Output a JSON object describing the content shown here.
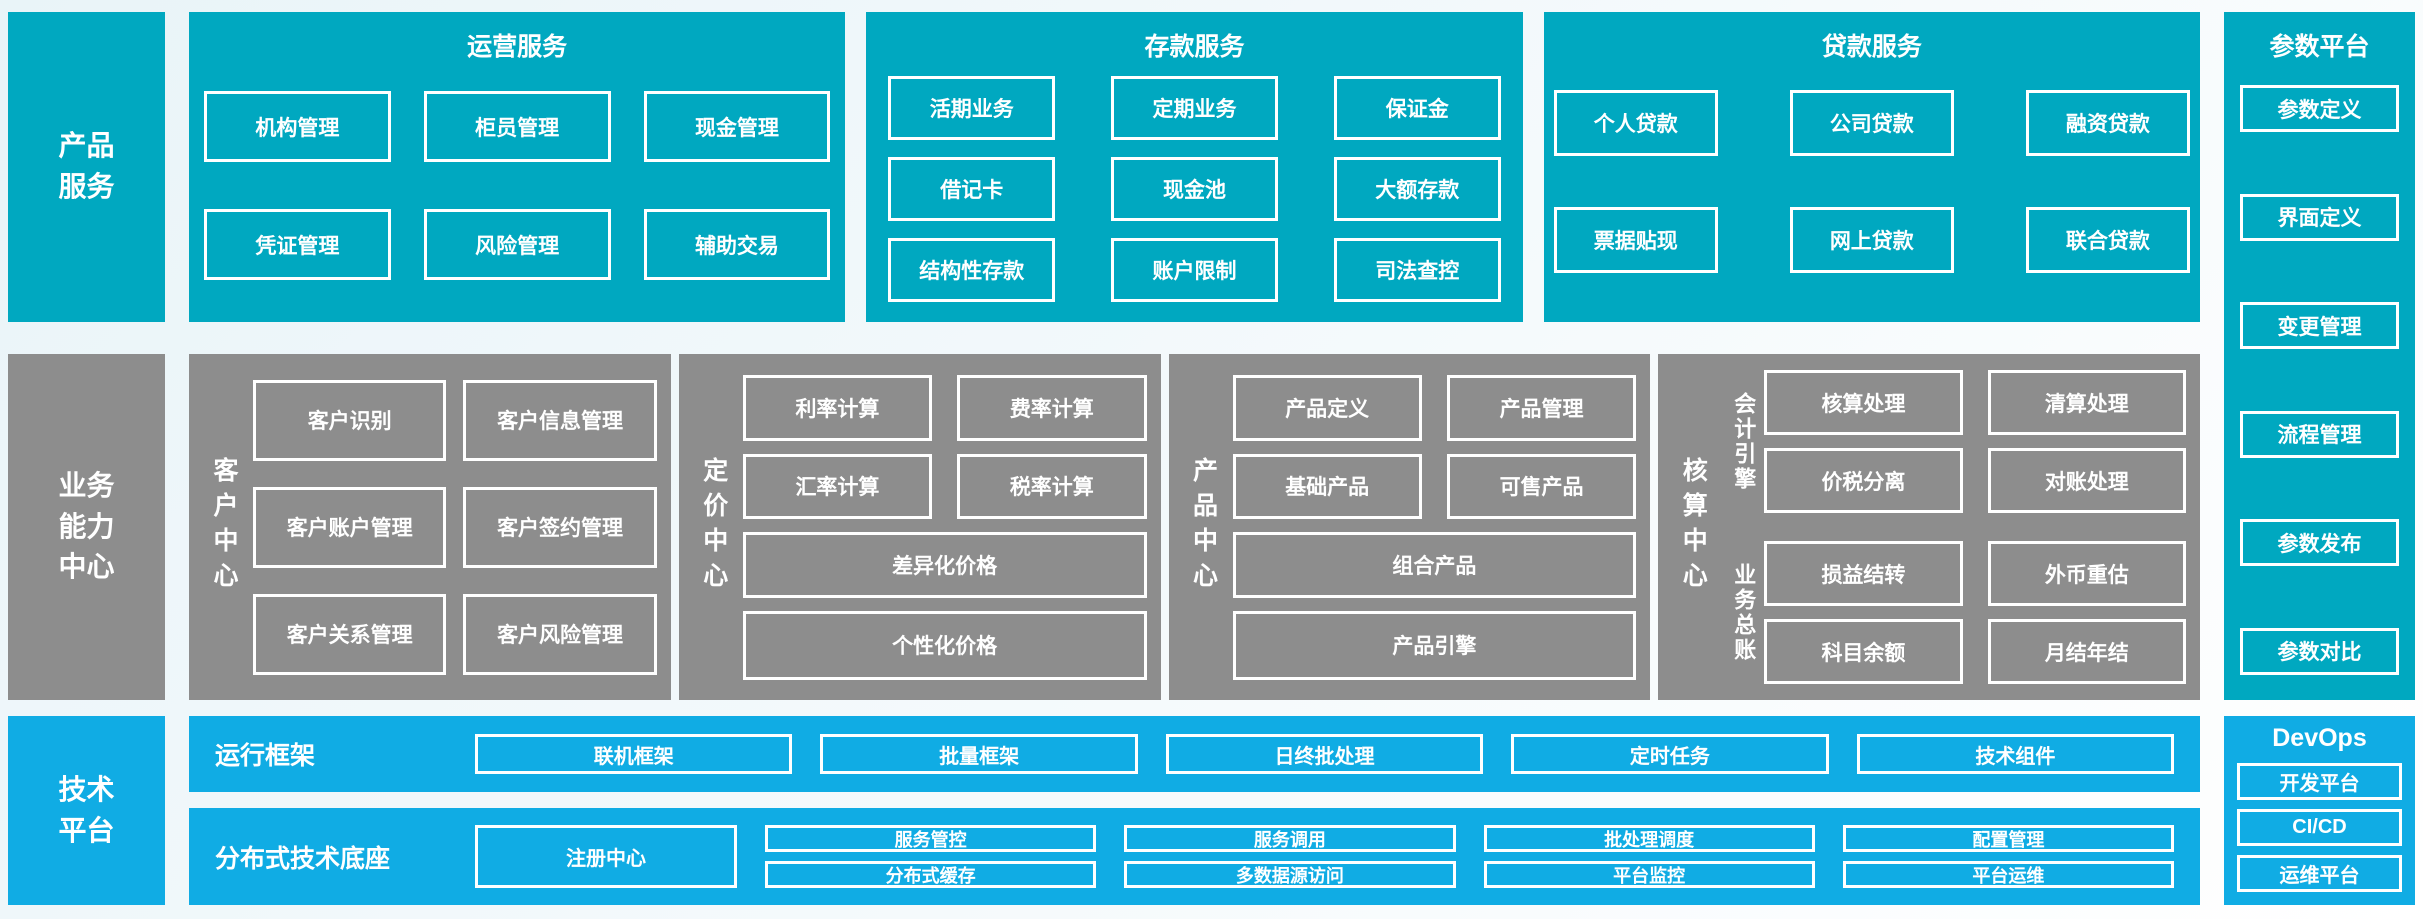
{
  "colors": {
    "teal": "#00a8c0",
    "gray": "#8d8d8d",
    "blue": "#10ace4",
    "box_border": "#ffffff",
    "text": "#ffffff"
  },
  "sidebar": {
    "product": "产品\n服务",
    "business": "业务\n能力\n中心",
    "tech": "技术\n平台"
  },
  "ops": {
    "title": "运营服务",
    "rows": [
      [
        "机构管理",
        "柜员管理",
        "现金管理"
      ],
      [
        "凭证管理",
        "风险管理",
        "辅助交易"
      ]
    ]
  },
  "dep": {
    "title": "存款服务",
    "rows": [
      [
        "活期业务",
        "定期业务",
        "保证金"
      ],
      [
        "借记卡",
        "现金池",
        "大额存款"
      ],
      [
        "结构性存款",
        "账户限制",
        "司法查控"
      ]
    ]
  },
  "loan": {
    "title": "贷款服务",
    "rows": [
      [
        "个人贷款",
        "公司贷款",
        "融资贷款"
      ],
      [
        "票据贴现",
        "网上贷款",
        "联合贷款"
      ]
    ]
  },
  "param": {
    "title": "参数平台",
    "items": [
      "参数定义",
      "界面定义",
      "变更管理",
      "流程管理",
      "参数发布",
      "参数对比"
    ]
  },
  "customer": {
    "label": "客户中心",
    "rows": [
      [
        "客户识别",
        "客户信息管理"
      ],
      [
        "客户账户管理",
        "客户签约管理"
      ],
      [
        "客户关系管理",
        "客户风险管理"
      ]
    ]
  },
  "pricing": {
    "label": "定价中心",
    "pairs": [
      [
        "利率计算",
        "费率计算"
      ],
      [
        "汇率计算",
        "税率计算"
      ]
    ],
    "wide": [
      "差异化价格",
      "个性化价格"
    ]
  },
  "productc": {
    "label": "产品中心",
    "pairs": [
      [
        "产品定义",
        "产品管理"
      ],
      [
        "基础产品",
        "可售产品"
      ]
    ],
    "wide": [
      "组合产品",
      "产品引擎"
    ]
  },
  "accounting": {
    "label": "核算中心",
    "groups": [
      {
        "label": "会计引擎",
        "rows": [
          [
            "核算处理",
            "清算处理"
          ],
          [
            "价税分离",
            "对账处理"
          ]
        ]
      },
      {
        "label": "业务总账",
        "rows": [
          [
            "损益结转",
            "外币重估"
          ],
          [
            "科目余额",
            "月结年结"
          ]
        ]
      }
    ]
  },
  "runtime": {
    "label": "运行框架",
    "items": [
      "联机框架",
      "批量框架",
      "日终批处理",
      "定时任务",
      "技术组件"
    ]
  },
  "distributed": {
    "label": "分布式技术底座",
    "registry": "注册中心",
    "columns": [
      [
        "服务管控",
        "分布式缓存"
      ],
      [
        "服务调用",
        "多数据源访问"
      ],
      [
        "批处理调度",
        "平台监控"
      ],
      [
        "配置管理",
        "平台运维"
      ]
    ]
  },
  "devops": {
    "title": "DevOps",
    "items": [
      "开发平台",
      "CI/CD",
      "运维平台"
    ]
  }
}
